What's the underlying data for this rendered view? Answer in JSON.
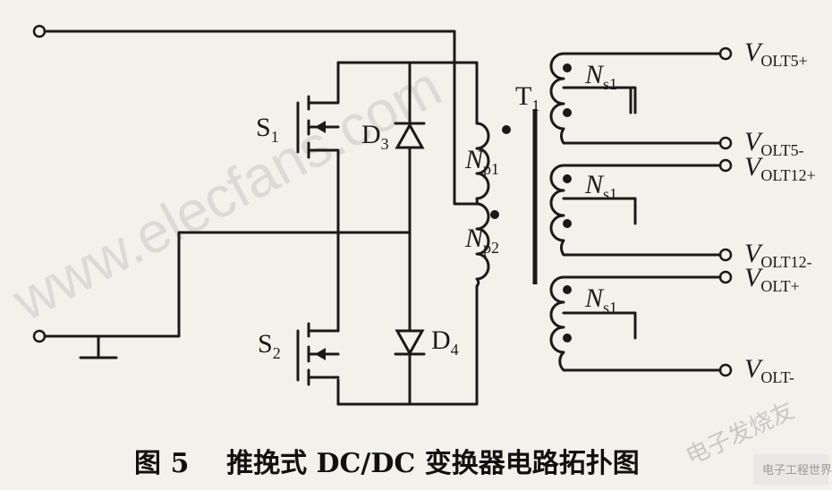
{
  "switches": {
    "s1": "S",
    "s1_sub": "1",
    "s2": "S",
    "s2_sub": "2"
  },
  "diodes": {
    "d3": "D",
    "d3_sub": "3",
    "d4": "D",
    "d4_sub": "4"
  },
  "transformer": {
    "name": "T",
    "name_sub": "1"
  },
  "windings": {
    "np1": "N",
    "np1_sub": "p1",
    "np2": "N",
    "np2_sub": "p2",
    "ns1_a": "N",
    "ns1_a_sub": "s1",
    "ns1_b": "N",
    "ns1_b_sub": "s1",
    "ns1_c": "N",
    "ns1_c_sub": "s1"
  },
  "outputs": {
    "o1": "V",
    "o1_sub": "OLT5+",
    "o2": "V",
    "o2_sub": "OLT5-",
    "o3": "V",
    "o3_sub": "OLT12+",
    "o4": "V",
    "o4_sub": "OLT12-",
    "o5": "V",
    "o5_sub": "OLT+",
    "o6": "V",
    "o6_sub": "OLT-"
  },
  "caption": "图 5    推挽式 DC/DC 变换器电路拓扑图",
  "watermark": {
    "main": "www.elecfans.com",
    "corner": "电子发烧友",
    "badge": "电子工程世界"
  },
  "colors": {
    "ink": "#1a1a1a",
    "paper": "#f3f1ec",
    "watermark": "#c8c8c8"
  }
}
